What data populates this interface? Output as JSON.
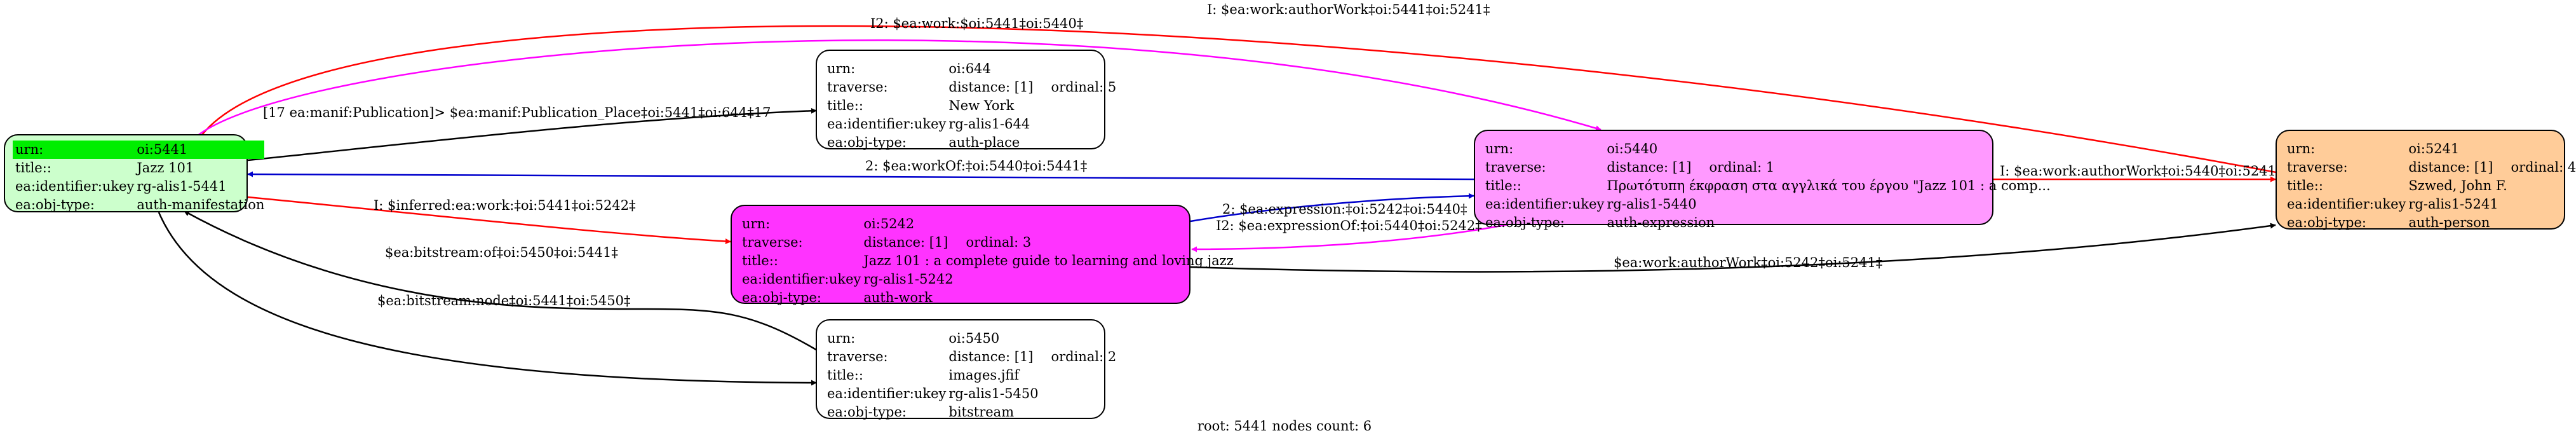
{
  "nodes": [
    {
      "id": "n5441",
      "fill": "#ccffcc",
      "root": true,
      "rows": [
        {
          "key": "urn:",
          "value": "oi:5441"
        },
        {
          "key": "title::",
          "value": "Jazz 101"
        },
        {
          "key": "ea:identifier:ukey",
          "value": "rg-alis1-5441"
        },
        {
          "key": "ea:obj-type:",
          "value": "auth-manifestation"
        }
      ]
    },
    {
      "id": "n644",
      "fill": "#ffffff",
      "rows": [
        {
          "key": "urn:",
          "value": "oi:644"
        },
        {
          "key": "traverse:",
          "value": "distance: [1]",
          "value2": "ordinal: 5"
        },
        {
          "key": "title::",
          "value": "New York"
        },
        {
          "key": "ea:identifier:ukey",
          "value": "rg-alis1-644"
        },
        {
          "key": "ea:obj-type:",
          "value": "auth-place"
        }
      ]
    },
    {
      "id": "n5440",
      "fill": "#ff99ff",
      "rows": [
        {
          "key": "urn:",
          "value": "oi:5440"
        },
        {
          "key": "traverse:",
          "value": "distance: [1]",
          "value2": "ordinal: 1"
        },
        {
          "key": "title::",
          "value": "Πρωτότυπη έκφραση στα αγγλικά του έργου \"Jazz 101 : a comp..."
        },
        {
          "key": "ea:identifier:ukey",
          "value": "rg-alis1-5440"
        },
        {
          "key": "ea:obj-type:",
          "value": "auth-expression"
        }
      ]
    },
    {
      "id": "n5242",
      "fill": "#ff33ff",
      "rows": [
        {
          "key": "urn:",
          "value": "oi:5242"
        },
        {
          "key": "traverse:",
          "value": "distance: [1]",
          "value2": "ordinal: 3"
        },
        {
          "key": "title::",
          "value": "Jazz 101 : a complete guide to learning and loving jazz"
        },
        {
          "key": "ea:identifier:ukey",
          "value": "rg-alis1-5242"
        },
        {
          "key": "ea:obj-type:",
          "value": "auth-work"
        }
      ]
    },
    {
      "id": "n5450",
      "fill": "#ffffff",
      "rows": [
        {
          "key": "urn:",
          "value": "oi:5450"
        },
        {
          "key": "traverse:",
          "value": "distance: [1]",
          "value2": "ordinal: 2"
        },
        {
          "key": "title::",
          "value": "images.jfif"
        },
        {
          "key": "ea:identifier:ukey",
          "value": "rg-alis1-5450"
        },
        {
          "key": "ea:obj-type:",
          "value": "bitstream"
        }
      ]
    },
    {
      "id": "n5241",
      "fill": "#ffcc99",
      "rows": [
        {
          "key": "urn:",
          "value": "oi:5241"
        },
        {
          "key": "traverse:",
          "value": "distance: [1]",
          "value2": "ordinal: 4"
        },
        {
          "key": "title::",
          "value": "Szwed, John F."
        },
        {
          "key": "ea:identifier:ukey",
          "value": "rg-alis1-5241"
        },
        {
          "key": "ea:obj-type:",
          "value": "auth-person"
        }
      ]
    }
  ],
  "edges": [
    {
      "id": "e-author-5441-5241",
      "label": "I: $ea:work:authorWork‡oi:5441‡oi:5241‡",
      "color": "#ff0000"
    },
    {
      "id": "e-work-5441-5440",
      "label": "I2: $ea:work:$oi:5441‡oi:5440‡",
      "color": "#ff00ff"
    },
    {
      "id": "e-place-5441-644",
      "label": "[17 ea:manif:Publication]> $ea:manif:Publication_Place‡oi:5441‡oi:644‡17",
      "color": "#000000"
    },
    {
      "id": "e-workof-5440-5441",
      "label": "2: $ea:workOf:‡oi:5440‡oi:5441‡",
      "color": "#0000cc"
    },
    {
      "id": "e-author-5440-5241",
      "label": "I: $ea:work:authorWork‡oi:5440‡oi:5241‡",
      "color": "#ff0000"
    },
    {
      "id": "e-inferred-5441-5242",
      "label": "I: $inferred:ea:work:‡oi:5441‡oi:5242‡",
      "color": "#ff0000"
    },
    {
      "id": "e-expression-5242-5440",
      "label": "2: $ea:expression:‡oi:5242‡oi:5440‡",
      "color": "#0000cc"
    },
    {
      "id": "e-expressionof-5440-5242",
      "label": "I2: $ea:expressionOf:‡oi:5440‡oi:5242‡",
      "color": "#ff00ff"
    },
    {
      "id": "e-author-5242-5241",
      "label": "$ea:work:authorWork‡oi:5242‡oi:5241‡",
      "color": "#000000"
    },
    {
      "id": "e-bitstreamof-5450-5441",
      "label": "$ea:bitstream:of‡oi:5450‡oi:5441‡",
      "color": "#000000"
    },
    {
      "id": "e-bitstreamnode-5441-5450",
      "label": "$ea:bitstream:node‡oi:5441‡oi:5450‡",
      "color": "#000000"
    }
  ],
  "footer": "root: 5441 nodes count: 6"
}
